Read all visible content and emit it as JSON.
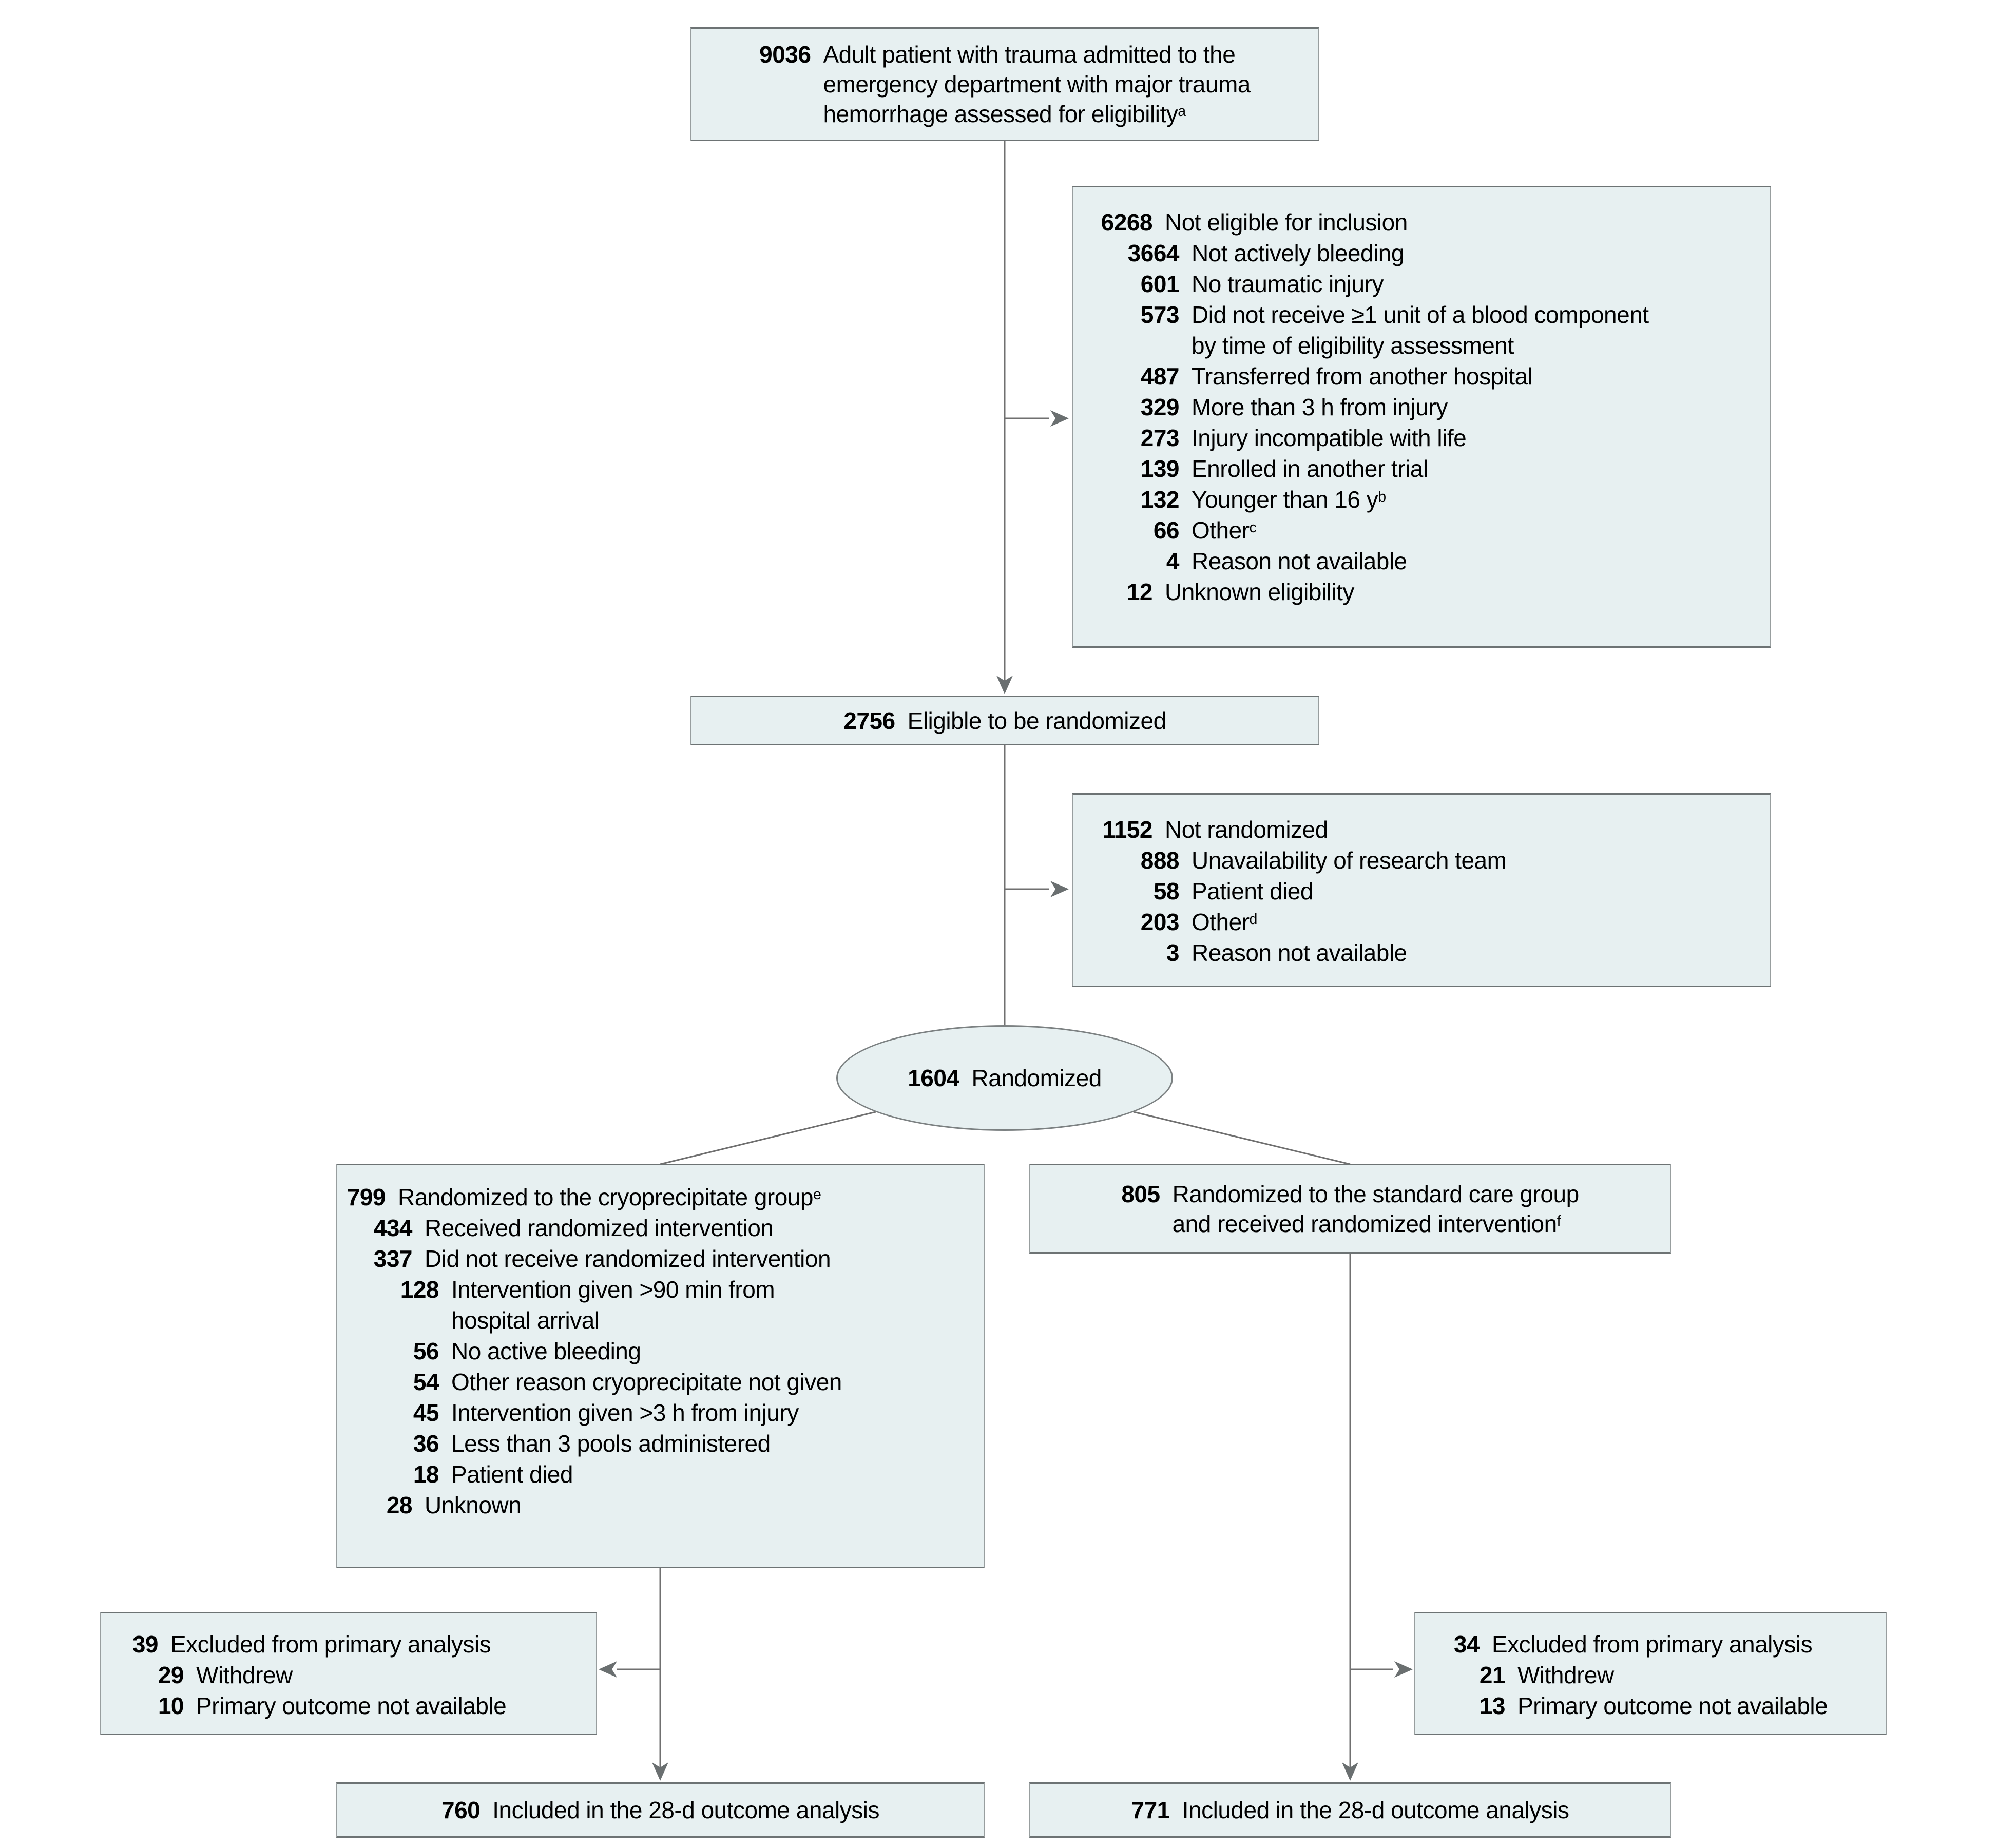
{
  "title": "Patient flow diagram (CONSORT)",
  "palette": {
    "box_fill": "#e7f0f1",
    "box_border_strong": "#6d7374",
    "box_border_side": "#989e9f",
    "connector_line": "#707070",
    "arrowhead": "#6a6f70",
    "text": "#000000"
  },
  "boxes": {
    "assessed": {
      "rows": [
        {
          "n": "9036",
          "level": 0,
          "text": "Adult patient with trauma admitted to the\nemergency department with major trauma\nhemorrhage assessed for eligibility",
          "sup": "a"
        }
      ]
    },
    "not_eligible": {
      "rows": [
        {
          "n": "6268",
          "level": 0,
          "text": "Not eligible for inclusion"
        },
        {
          "n": "3664",
          "level": 1,
          "text": "Not actively bleeding"
        },
        {
          "n": "601",
          "level": 1,
          "text": "No traumatic injury"
        },
        {
          "n": "573",
          "level": 1,
          "text": "Did not receive ≥1 unit of a blood component\nby time of eligibility assessment"
        },
        {
          "n": "487",
          "level": 1,
          "text": "Transferred from another hospital"
        },
        {
          "n": "329",
          "level": 1,
          "text": "More than 3 h from injury"
        },
        {
          "n": "273",
          "level": 1,
          "text": "Injury incompatible with life"
        },
        {
          "n": "139",
          "level": 1,
          "text": "Enrolled in another trial"
        },
        {
          "n": "132",
          "level": 1,
          "text": "Younger than 16 y",
          "sup": "b"
        },
        {
          "n": "66",
          "level": 1,
          "text": "Other",
          "sup": "c"
        },
        {
          "n": "4",
          "level": 1,
          "text": "Reason not available"
        },
        {
          "n": "12",
          "level": 0,
          "text": "Unknown eligibility"
        }
      ]
    },
    "eligible": {
      "rows": [
        {
          "n": "2756",
          "level": 0,
          "text": "Eligible to be randomized"
        }
      ]
    },
    "not_randomized": {
      "rows": [
        {
          "n": "1152",
          "level": 0,
          "text": "Not randomized"
        },
        {
          "n": "888",
          "level": 1,
          "text": "Unavailability of research team"
        },
        {
          "n": "58",
          "level": 1,
          "text": "Patient died"
        },
        {
          "n": "203",
          "level": 1,
          "text": "Other",
          "sup": "d"
        },
        {
          "n": "3",
          "level": 1,
          "text": "Reason not available"
        }
      ]
    },
    "randomized": {
      "rows": [
        {
          "n": "1604",
          "level": 0,
          "text": "Randomized"
        }
      ]
    },
    "cryo_group": {
      "rows": [
        {
          "n": "799",
          "level": 0,
          "text": "Randomized to the cryoprecipitate group",
          "sup": "e"
        },
        {
          "n": "434",
          "level": 1,
          "text": "Received randomized intervention"
        },
        {
          "n": "337",
          "level": 1,
          "text": "Did not receive randomized intervention"
        },
        {
          "n": "128",
          "level": 2,
          "text": "Intervention given >90 min from\nhospital arrival"
        },
        {
          "n": "56",
          "level": 2,
          "text": "No active bleeding"
        },
        {
          "n": "54",
          "level": 2,
          "text": "Other reason cryoprecipitate not given"
        },
        {
          "n": "45",
          "level": 2,
          "text": "Intervention given >3 h from injury"
        },
        {
          "n": "36",
          "level": 2,
          "text": "Less than 3 pools administered"
        },
        {
          "n": "18",
          "level": 2,
          "text": "Patient died"
        },
        {
          "n": "28",
          "level": 1,
          "text": "Unknown"
        }
      ]
    },
    "standard_group": {
      "rows": [
        {
          "n": "805",
          "level": 0,
          "text": "Randomized to the standard care group\nand received randomized intervention",
          "sup": "f"
        }
      ]
    },
    "excluded_left": {
      "rows": [
        {
          "n": "39",
          "level": 0,
          "text": "Excluded from primary analysis"
        },
        {
          "n": "29",
          "level": 1,
          "text": "Withdrew"
        },
        {
          "n": "10",
          "level": 1,
          "text": "Primary outcome not available"
        }
      ]
    },
    "excluded_right": {
      "rows": [
        {
          "n": "34",
          "level": 0,
          "text": "Excluded from primary analysis"
        },
        {
          "n": "21",
          "level": 1,
          "text": "Withdrew"
        },
        {
          "n": "13",
          "level": 1,
          "text": "Primary outcome not available"
        }
      ]
    },
    "outcome_left": {
      "rows": [
        {
          "n": "760",
          "level": 0,
          "text": "Included in the 28-d outcome analysis"
        }
      ]
    },
    "outcome_right": {
      "rows": [
        {
          "n": "771",
          "level": 0,
          "text": "Included in the 28-d outcome analysis"
        }
      ]
    }
  }
}
